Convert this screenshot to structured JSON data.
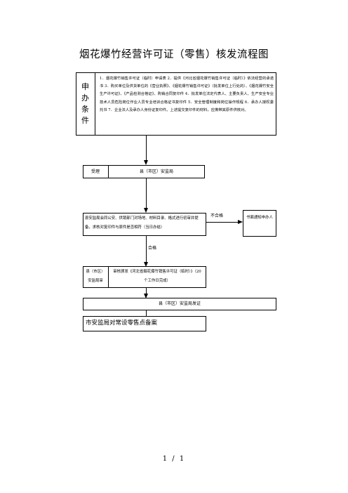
{
  "title": "烟花爆竹经营许可证（零售）核发流程图",
  "requirements": {
    "label_chars": [
      "申",
      "办",
      "条",
      "件"
    ],
    "text": "1．烟花爆竹销售许可证（临时）申请表 2．提供《河北省烟花爆竹销售许可证（临时）》依法经营的承诺书 3．购买单位及供货单位的《营业执照》、《烟花爆竹销售许可证》（批发单位上行处的）、《烟花爆竹安全生产许可证》、《产品检测合格证》、购销合同复印件 4．批发单位法定代表人、主要负责人、生产安全专业技术人员危险岗位作业人员专业培训合格证书复印件 5．安全管理制度和岗位操作规程 6．承办人授权委托书 7．企业法人及承办人身份证复印件。上述提交复印件的材料，应携带其原件供核对。"
  },
  "accept": {
    "label": "受理",
    "unit": "县（市区）安监局"
  },
  "review": {
    "text": "县安监局会同公安、供销部门对场地、材料目录、格式进行初审并提备，求核对复印件与原件是否相符（当日办结）",
    "fail_label": "不合格",
    "pass_label": "合格",
    "fail_notice": "书面通知申办人"
  },
  "approve": {
    "unit": "县（市区）安监局审",
    "text": "审核颁发《河北省烟花爆竹销售许可证（临时）》（20个工作日完成）"
  },
  "issue": {
    "text": "县（市区）安监局发证"
  },
  "record": {
    "text": "市安监局对常设零售点备案"
  },
  "footer": {
    "page": "1 / 1"
  }
}
